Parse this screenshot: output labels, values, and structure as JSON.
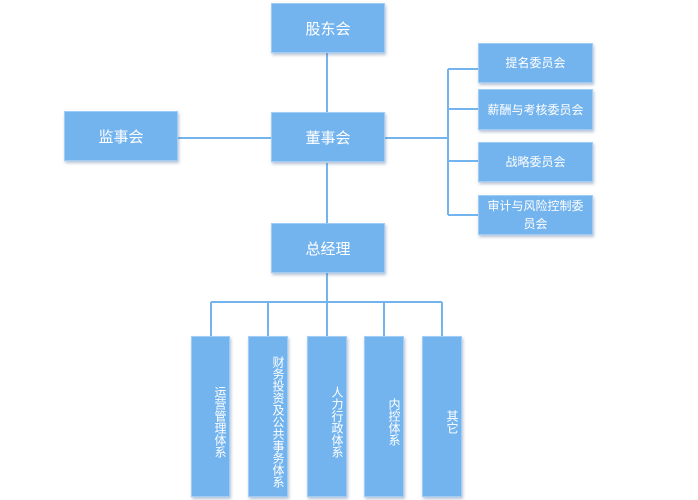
{
  "colors": {
    "box_fill": "#74b4ee",
    "line": "#74b4ee"
  },
  "org": {
    "shareholders": "股东会",
    "board": "董事会",
    "supervisors": "监事会",
    "gm": "总经理",
    "committees": [
      "提名委员会",
      "薪酬与考核委员会",
      "战略委员会",
      "审计与风险控制委员会"
    ],
    "systems": [
      "运营管理体系",
      "财务投资及公共事务体系",
      "人力行政体系",
      "内控体系",
      "其它"
    ]
  }
}
